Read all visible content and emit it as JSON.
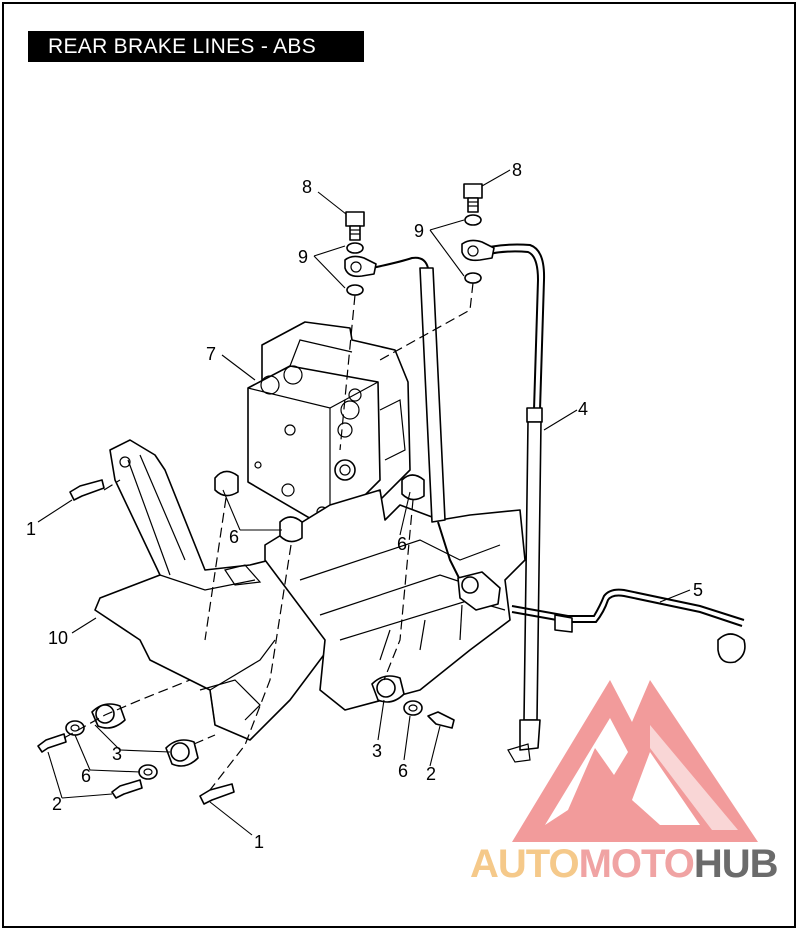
{
  "title": "REAR BRAKE LINES - ABS",
  "callouts": {
    "c1a": "1",
    "c1b": "1",
    "c2a": "2",
    "c2b": "2",
    "c3a": "3",
    "c3b": "3",
    "c4": "4",
    "c5": "5",
    "c6a": "6",
    "c6b": "6",
    "c6c": "6",
    "c6d": "6",
    "c7": "7",
    "c8a": "8",
    "c8b": "8",
    "c9a": "9",
    "c9b": "9",
    "c10": "10"
  },
  "watermark": {
    "part1": "AUTO",
    "part2": "MOTO",
    "part3": "HUB",
    "colors": {
      "auto": "#f5c98a",
      "moto": "#f0a3a3",
      "hub": "#6b6b6b",
      "triangle": "#f08080"
    }
  }
}
